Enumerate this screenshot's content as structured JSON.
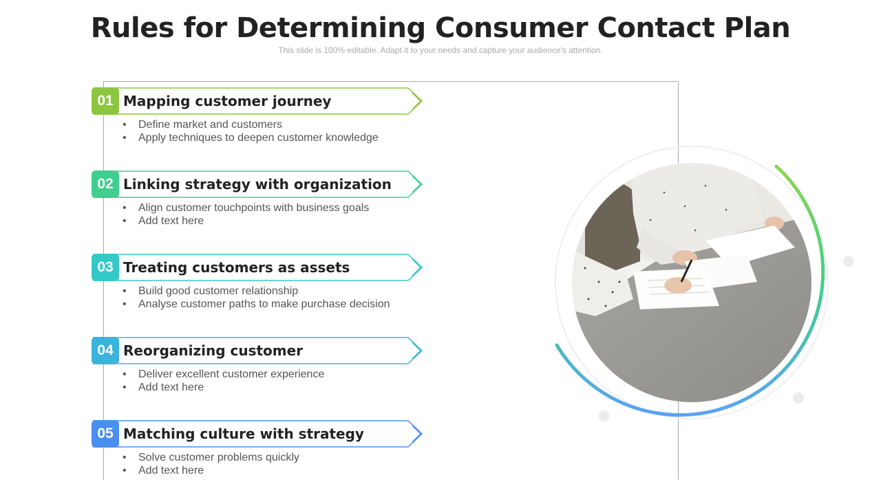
{
  "header": {
    "title": "Rules for Determining Consumer Contact Plan",
    "subtitle": "This slide is 100% editable. Adapt it to your needs and capture your audience's attention."
  },
  "steps": [
    {
      "number": "01",
      "title": "Mapping customer journey",
      "color": "#8cc63f",
      "bullets": [
        "Define market and customers",
        "Apply techniques to deepen customer knowledge"
      ]
    },
    {
      "number": "02",
      "title": "Linking strategy with organization",
      "color": "#3fcf8e",
      "bullets": [
        "Align customer touchpoints with business goals",
        "Add text here"
      ]
    },
    {
      "number": "03",
      "title": "Treating customers  as assets",
      "color": "#33c9c9",
      "bullets": [
        "Build good customer relationship",
        "Analyse customer paths to make purchase decision"
      ]
    },
    {
      "number": "04",
      "title": "Reorganizing customer",
      "color": "#3ab3dd",
      "bullets": [
        "Deliver excellent customer experience",
        "Add text here"
      ]
    },
    {
      "number": "05",
      "title": "Matching culture with strategy",
      "color": "#4a8ff0",
      "bullets": [
        "Solve customer problems quickly",
        "Add text here"
      ]
    }
  ],
  "photo": {
    "icon": "meeting-photo",
    "arc_colors": [
      "#8cd64a",
      "#3fcf8e",
      "#5aa2f5"
    ]
  }
}
